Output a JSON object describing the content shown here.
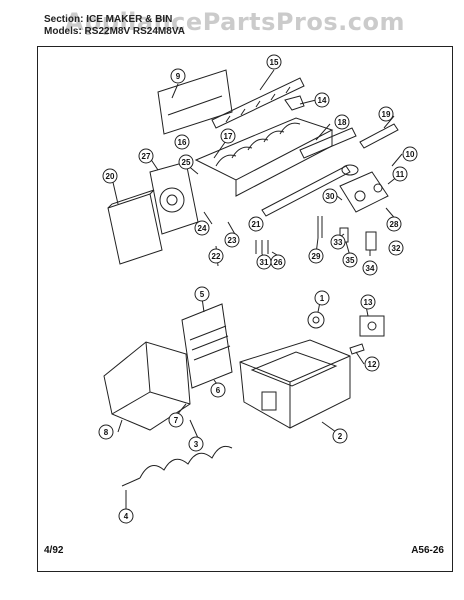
{
  "watermark": "AppliancePartsPros.com",
  "header": {
    "line1": "Section: ICE MAKER & BIN",
    "line2": "Models: RS22M8V  RS24M8VA"
  },
  "footer": {
    "date": "4/92",
    "page_code": "A56-26"
  },
  "callouts": [
    "1",
    "2",
    "3",
    "4",
    "5",
    "6",
    "7",
    "8",
    "9",
    "10",
    "11",
    "12",
    "13",
    "14",
    "15",
    "16",
    "17",
    "18",
    "19",
    "20",
    "21",
    "22",
    "23",
    "24",
    "25",
    "26",
    "27",
    "28",
    "29",
    "30",
    "31",
    "32",
    "33",
    "34",
    "35"
  ]
}
